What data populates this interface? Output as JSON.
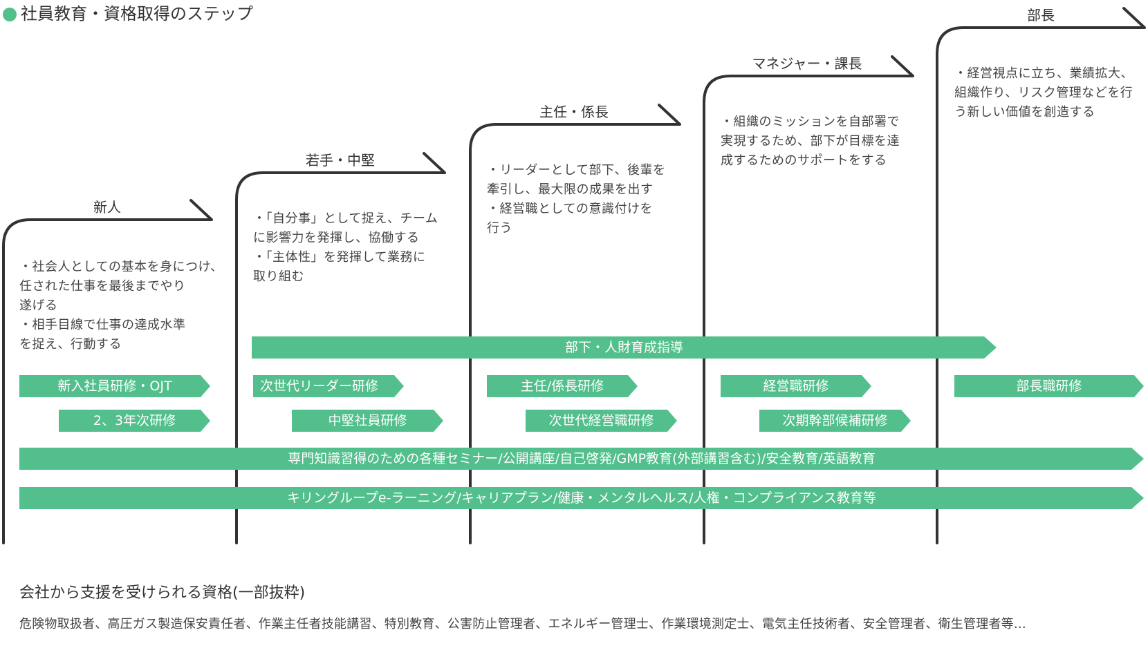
{
  "title": "社員教育・資格取得のステップ",
  "colors": {
    "accent": "#52bf8c",
    "line": "#333333"
  },
  "stages": [
    {
      "label": "新人",
      "description": [
        "・社会人としての基本を身につけ、",
        "任された仕事を最後までやり",
        "遂げる",
        "・相手目線で仕事の達成水準",
        "を捉え、行動する"
      ]
    },
    {
      "label": "若手・中堅",
      "description": [
        "・「自分事」として捉え、チーム",
        "に影響力を発揮し、協働する",
        "・「主体性」を発揮して業務に",
        "取り組む"
      ]
    },
    {
      "label": "主任・係長",
      "description": [
        "・リーダーとして部下、後輩を",
        "牽引し、最大限の成果を出す",
        "・経営職としての意識付けを",
        "行う"
      ]
    },
    {
      "label": "マネジャー・課長",
      "description": [
        "・組織のミッションを自部署で",
        "実現するため、部下が目標を達",
        "成するためのサポートをする"
      ]
    },
    {
      "label": "部長",
      "description": [
        "・経営視点に立ち、業績拡大、",
        "組織作り、リスク管理などを行",
        "う新しい価値を創造する"
      ]
    }
  ],
  "programs": {
    "mentoring": "部下・人財育成指導",
    "row1": [
      "新入社員研修・OJT",
      "次世代リーダー研修",
      "主任/係長研修",
      "経営職研修",
      "部長職研修"
    ],
    "row2": [
      "2、3年次研修",
      "中堅社員研修",
      "次世代経営職研修",
      "次期幹部候補研修"
    ],
    "common1": "専門知識習得のための各種セミナー/公開講座/自己啓発/GMP教育(外部講習含む)/安全教育/英語教育",
    "common2": "キリングループe-ラーニング/キャリアプラン/健康・メンタルヘルス/人権・コンプライアンス教育等"
  },
  "qualifications": {
    "heading": "会社から支援を受けられる資格(一部抜粋)",
    "list": "危険物取扱者、高圧ガス製造保安責任者、作業主任者技能講習、特別教育、公害防止管理者、エネルギー管理士、作業環境測定士、電気主任技術者、安全管理者、衛生管理者等…"
  }
}
